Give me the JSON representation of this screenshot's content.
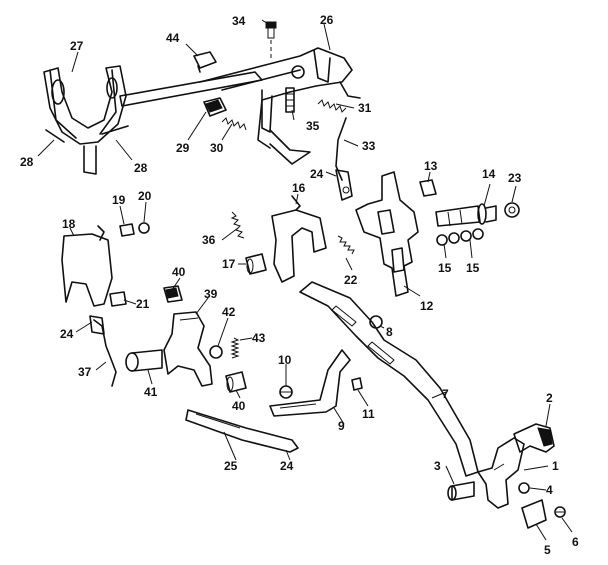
{
  "callouts": [
    {
      "id": "c1",
      "text": "1"
    },
    {
      "id": "c2",
      "text": "2"
    },
    {
      "id": "c3",
      "text": "3"
    },
    {
      "id": "c4",
      "text": "4"
    },
    {
      "id": "c5",
      "text": "5"
    },
    {
      "id": "c6",
      "text": "6"
    },
    {
      "id": "c7",
      "text": "7"
    },
    {
      "id": "c8",
      "text": "8"
    },
    {
      "id": "c9",
      "text": "9"
    },
    {
      "id": "c10",
      "text": "10"
    },
    {
      "id": "c11",
      "text": "11"
    },
    {
      "id": "c12",
      "text": "12"
    },
    {
      "id": "c13",
      "text": "13"
    },
    {
      "id": "c14",
      "text": "14"
    },
    {
      "id": "c15a",
      "text": "15"
    },
    {
      "id": "c15b",
      "text": "15"
    },
    {
      "id": "c16",
      "text": "16"
    },
    {
      "id": "c17",
      "text": "17"
    },
    {
      "id": "c18",
      "text": "18"
    },
    {
      "id": "c19",
      "text": "19"
    },
    {
      "id": "c20",
      "text": "20"
    },
    {
      "id": "c21",
      "text": "21"
    },
    {
      "id": "c22",
      "text": "22"
    },
    {
      "id": "c23",
      "text": "23"
    },
    {
      "id": "c24a",
      "text": "24"
    },
    {
      "id": "c24b",
      "text": "24"
    },
    {
      "id": "c24c",
      "text": "24"
    },
    {
      "id": "c25",
      "text": "25"
    },
    {
      "id": "c26",
      "text": "26"
    },
    {
      "id": "c27",
      "text": "27"
    },
    {
      "id": "c28a",
      "text": "28"
    },
    {
      "id": "c28b",
      "text": "28"
    },
    {
      "id": "c29",
      "text": "29"
    },
    {
      "id": "c30",
      "text": "30"
    },
    {
      "id": "c31",
      "text": "31"
    },
    {
      "id": "c33",
      "text": "33"
    },
    {
      "id": "c34",
      "text": "34"
    },
    {
      "id": "c35",
      "text": "35"
    },
    {
      "id": "c36",
      "text": "36"
    },
    {
      "id": "c37",
      "text": "37"
    },
    {
      "id": "c39",
      "text": "39"
    },
    {
      "id": "c40a",
      "text": "40"
    },
    {
      "id": "c40b",
      "text": "40"
    },
    {
      "id": "c41",
      "text": "41"
    },
    {
      "id": "c42",
      "text": "42"
    },
    {
      "id": "c43",
      "text": "43"
    },
    {
      "id": "c44",
      "text": "44"
    }
  ]
}
